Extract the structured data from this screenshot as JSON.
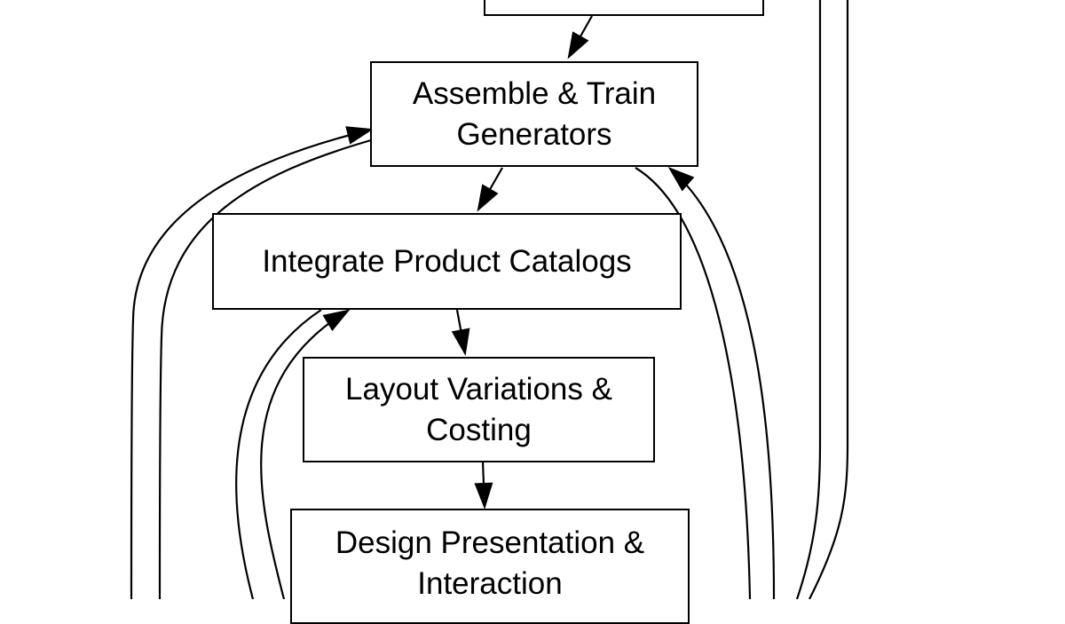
{
  "diagram": {
    "stroke_color": "#000000",
    "background_color": "#ffffff",
    "nodes": [
      {
        "id": "top",
        "label": ""
      },
      {
        "id": "assemble",
        "label": "Assemble & Train\nGenerators"
      },
      {
        "id": "integrate",
        "label": "Integrate Product Catalogs"
      },
      {
        "id": "layout",
        "label": "Layout Variations &\nCosting"
      },
      {
        "id": "design",
        "label": "Design Presentation &\nInteraction"
      }
    ],
    "edges": [
      {
        "from": "top",
        "to": "assemble"
      },
      {
        "from": "assemble",
        "to": "integrate"
      },
      {
        "from": "integrate",
        "to": "layout"
      },
      {
        "from": "layout",
        "to": "design"
      },
      {
        "from": "design",
        "to": "integrate"
      },
      {
        "from": "design",
        "to": "assemble"
      },
      {
        "from": "off-canvas-bottom",
        "to": "assemble"
      },
      {
        "from": "off-canvas-bottom",
        "to": "off-canvas-top"
      }
    ]
  }
}
